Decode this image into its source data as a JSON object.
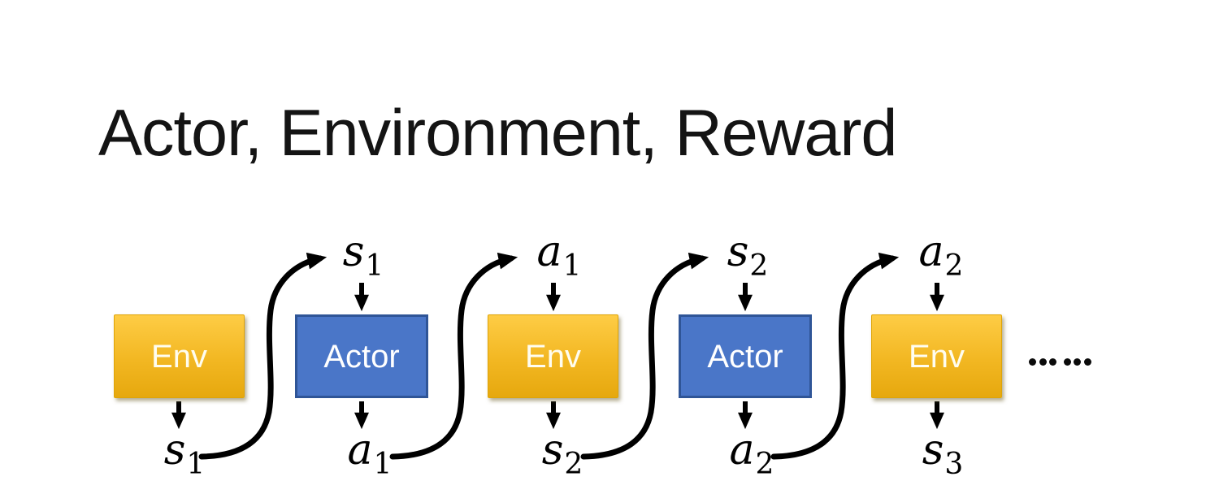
{
  "slide": {
    "title": "Actor, Environment, Reward",
    "background_color": "#FFFFFF",
    "title_color": "#141414"
  },
  "colors": {
    "env_gradient_top": "#FECC45",
    "env_gradient_bottom": "#E6A80E",
    "env_text": "#FFFDF0",
    "actor_fill": "#4A76C8",
    "actor_border": "#2F5597",
    "actor_text": "#FFFFFF",
    "arrows": "#000000",
    "math_labels": "#000000"
  },
  "diagram": {
    "boxes": [
      {
        "label": "Env",
        "type": "environment"
      },
      {
        "label": "Actor",
        "type": "actor"
      },
      {
        "label": "Env",
        "type": "environment"
      },
      {
        "label": "Actor",
        "type": "actor"
      },
      {
        "label": "Env",
        "type": "environment"
      }
    ],
    "top_labels": [
      {
        "base": "s",
        "sub": "1"
      },
      {
        "base": "a",
        "sub": "1"
      },
      {
        "base": "s",
        "sub": "2"
      },
      {
        "base": "a",
        "sub": "2"
      }
    ],
    "bottom_labels": [
      {
        "base": "s",
        "sub": "1"
      },
      {
        "base": "a",
        "sub": "1"
      },
      {
        "base": "s",
        "sub": "2"
      },
      {
        "base": "a",
        "sub": "2"
      },
      {
        "base": "s",
        "sub": "3"
      }
    ],
    "curved_connections": [
      {
        "from": "s1 (below Env 1)",
        "to": "s1 (above Actor 1)"
      },
      {
        "from": "a1 (below Actor 1)",
        "to": "a1 (above Env 2)"
      },
      {
        "from": "s2 (below Env 2)",
        "to": "s2 (above Actor 2)"
      },
      {
        "from": "a2 (below Actor 2)",
        "to": "a2 (above Env 3)"
      }
    ],
    "ellipsis": "……"
  }
}
